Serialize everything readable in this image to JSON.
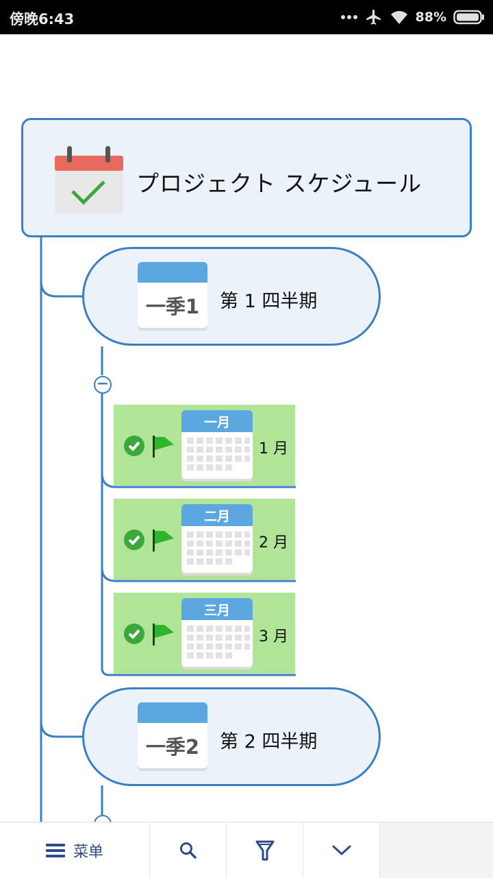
{
  "status_bar": {
    "time": "傍晚6:43",
    "battery": "88%"
  },
  "map": {
    "root": {
      "title": "プロジェクト スケジュール",
      "icon": "calendar-check-icon"
    },
    "quarters": [
      {
        "title": "第 1 四半期",
        "icon_text": "一季1"
      },
      {
        "title": "第 2 四半期",
        "icon_text": "一季2"
      }
    ],
    "months": [
      {
        "label": "1 月",
        "icon_text": "一月"
      },
      {
        "label": "2 月",
        "icon_text": "二月"
      },
      {
        "label": "3 月",
        "icon_text": "三月"
      }
    ]
  },
  "toolbar": {
    "menu_label": "菜单"
  },
  "colors": {
    "accent": "#3a7fc2",
    "node_fill": "#ecf2f9",
    "month_fill": "#b0e597",
    "calendar_header": "#5aa8df",
    "check_green": "#3aa83a"
  }
}
